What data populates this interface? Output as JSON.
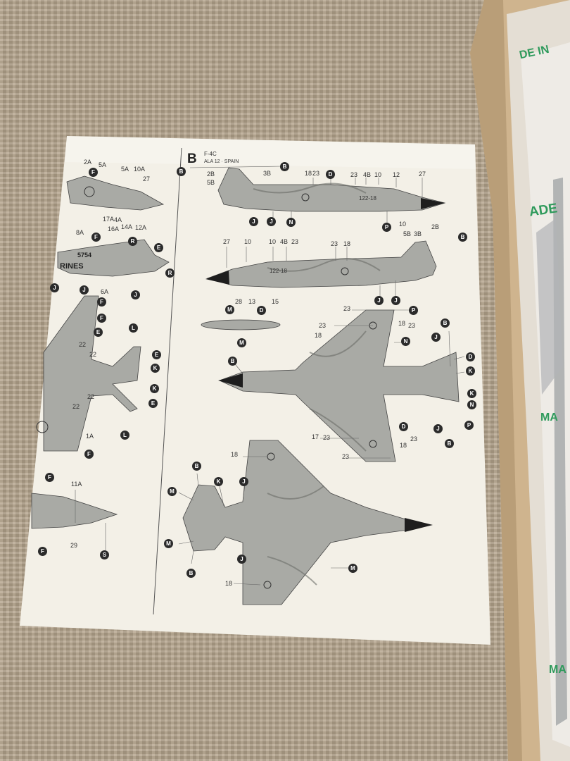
{
  "sheet": {
    "panel_letter": "B",
    "aircraft": "F-4C",
    "unit": "ALA 12 · SPAIN"
  },
  "fuselage_code": "122-18",
  "left_fragment": {
    "fuselage_text": "RINES",
    "serial": "5754"
  },
  "box_print": {
    "top": "DE IN",
    "mid": "ADE",
    "low": "MA",
    "bottom": "MA"
  },
  "callouts": [
    "2A",
    "5A",
    "5A",
    "10A",
    "27",
    "17A",
    "4A",
    "8A",
    "16A",
    "14A",
    "12A",
    "6A",
    "22",
    "22",
    "22",
    "22",
    "1A",
    "11A",
    "29",
    "2B",
    "5B",
    "3B",
    "18",
    "23",
    "23",
    "4B",
    "10",
    "12",
    "27",
    "10",
    "27",
    "10",
    "10",
    "4B",
    "23",
    "23",
    "18",
    "5B",
    "3B",
    "2B",
    "28",
    "13",
    "15",
    "23",
    "23",
    "18",
    "23",
    "18",
    "17",
    "23",
    "23",
    "18",
    "23",
    "18",
    "18"
  ],
  "badges": [
    "F",
    "F",
    "R",
    "E",
    "R",
    "J",
    "J",
    "J",
    "F",
    "F",
    "E",
    "L",
    "E",
    "K",
    "K",
    "E",
    "L",
    "F",
    "F",
    "F",
    "S",
    "B",
    "B",
    "D",
    "J",
    "J",
    "N",
    "P",
    "B",
    "J",
    "J",
    "M",
    "D",
    "M",
    "P",
    "B",
    "J",
    "D",
    "K",
    "K",
    "N",
    "P",
    "B",
    "D",
    "J",
    "B",
    "N",
    "B",
    "M",
    "K",
    "J",
    "M",
    "B",
    "J",
    "M"
  ],
  "colors": {
    "carpet": "#b5a58d",
    "paper": "#f3f0e7",
    "cardboard": "#cfb48e",
    "bag_print": "#2f9a5c"
  }
}
